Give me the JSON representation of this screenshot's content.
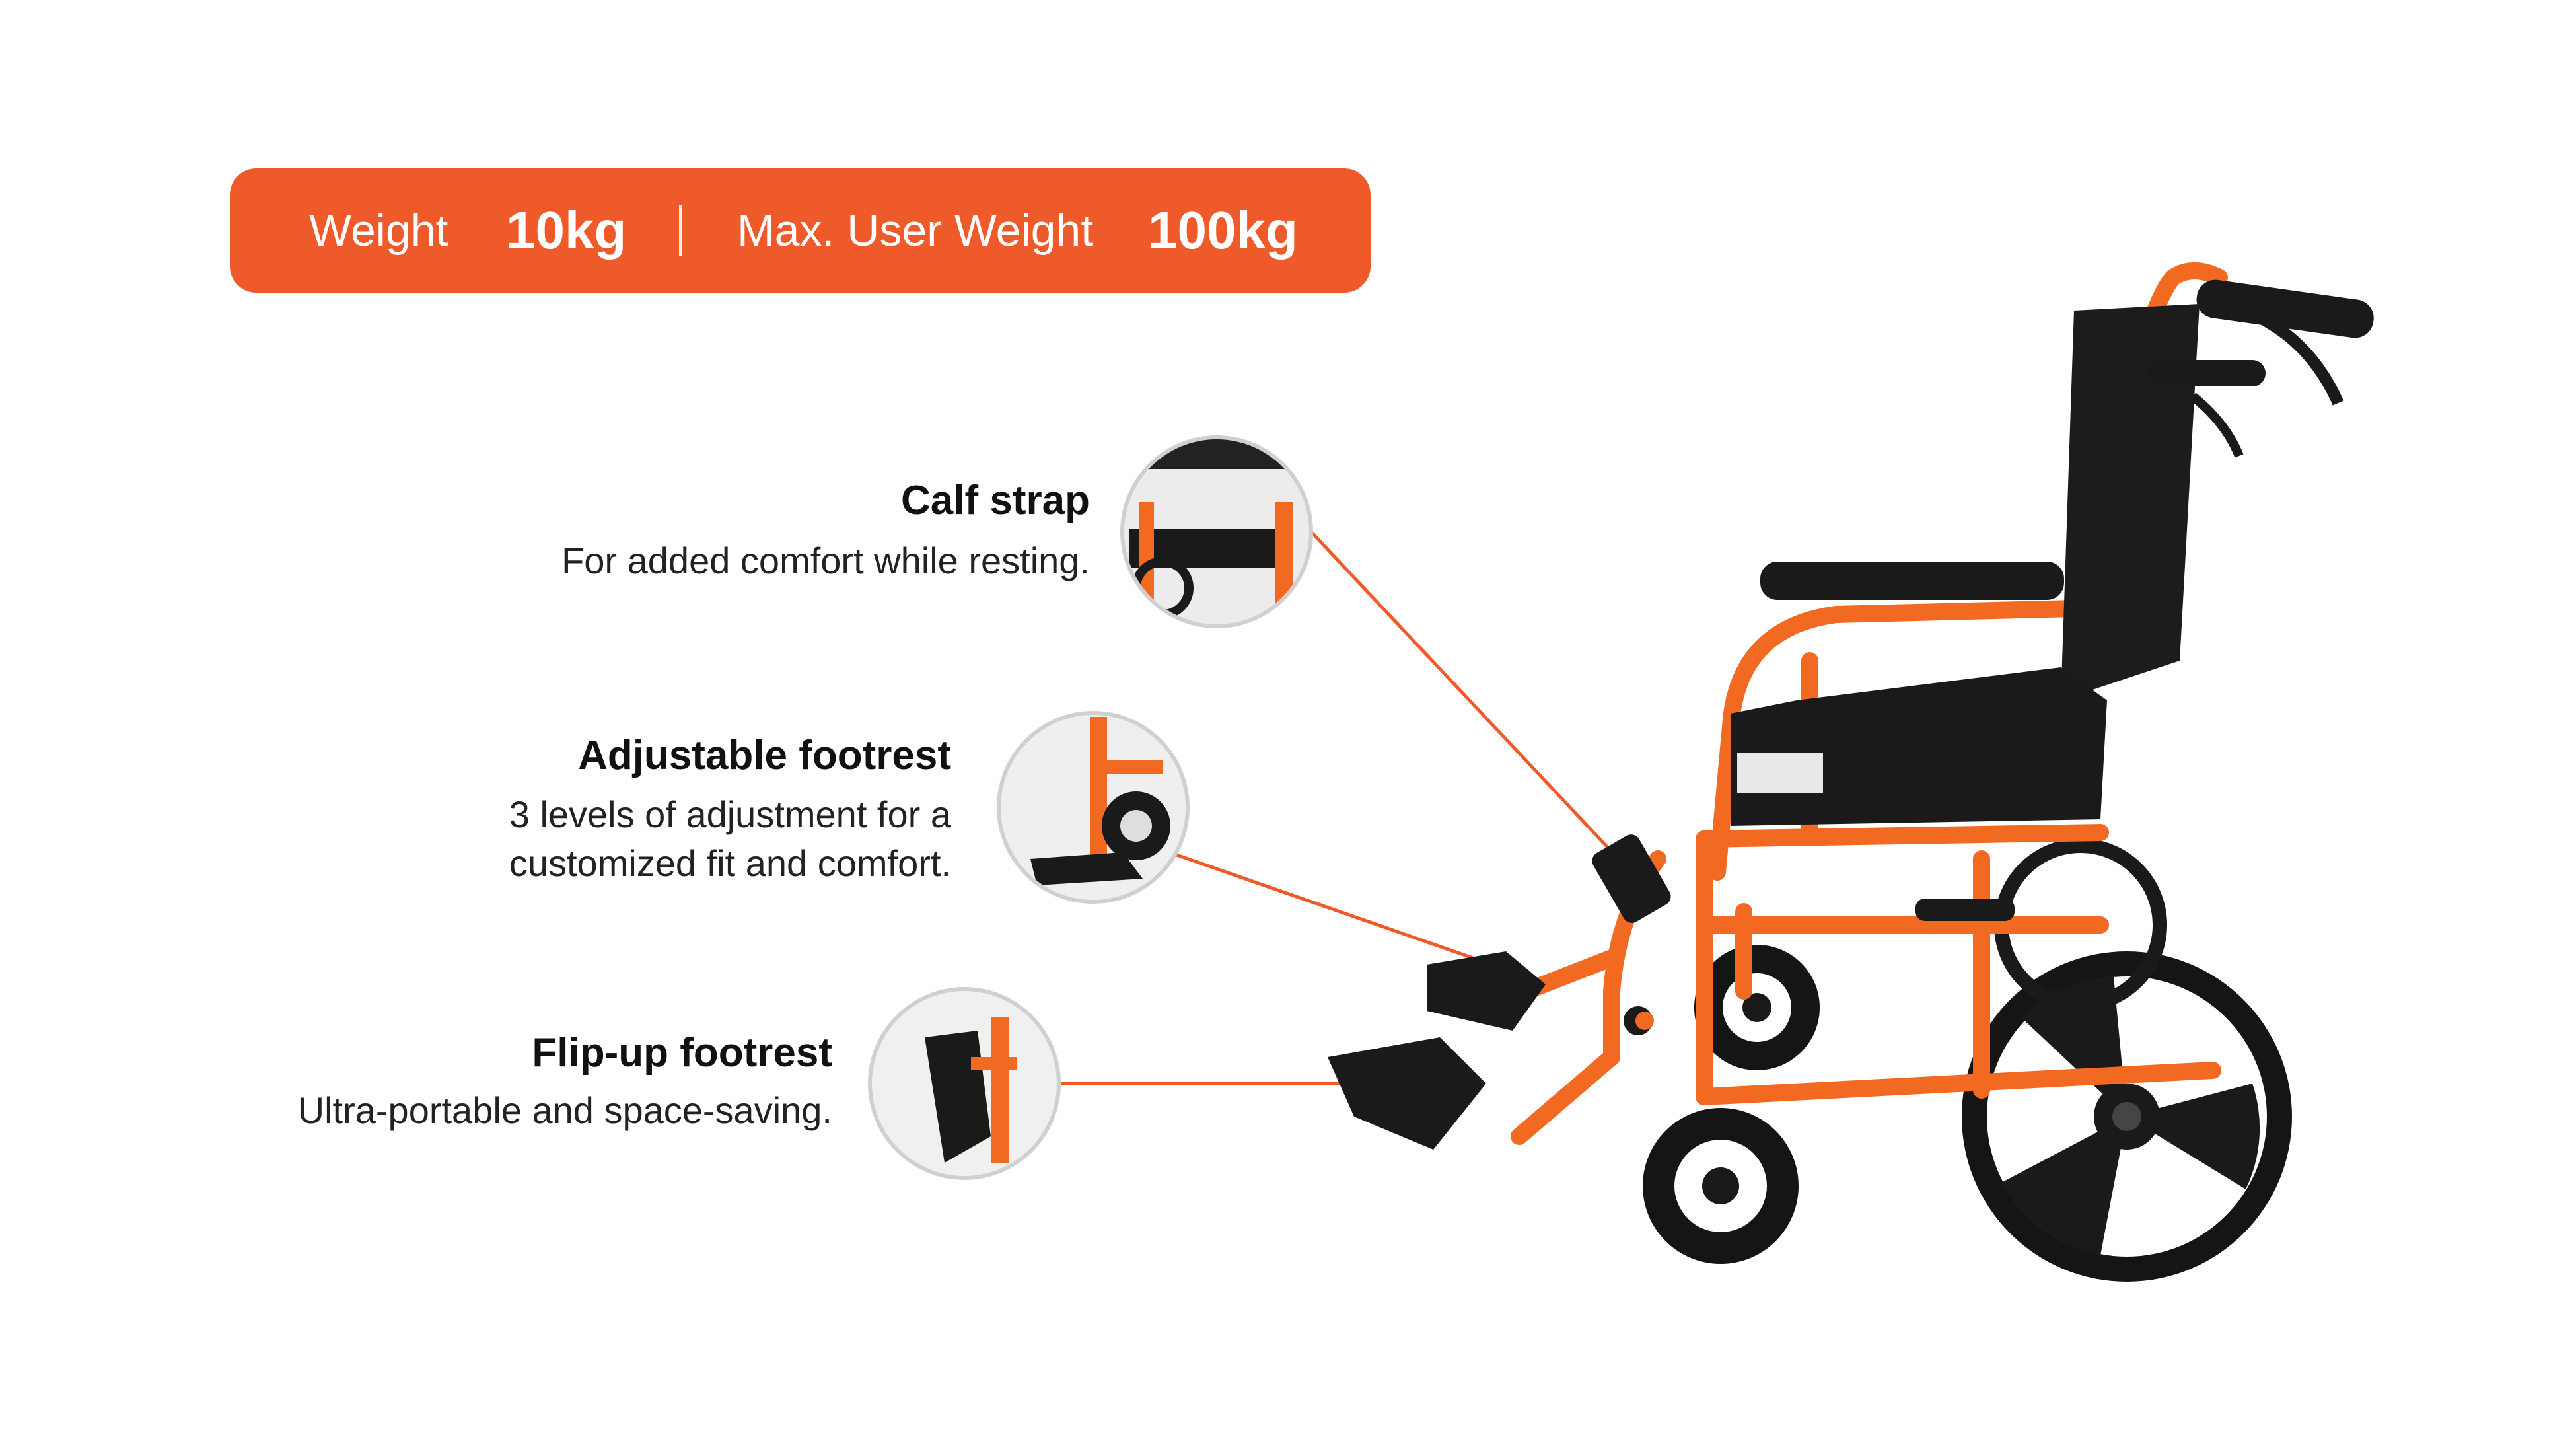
{
  "specs": {
    "weight_label": "Weight",
    "weight_value": "10kg",
    "max_label": "Max. User Weight",
    "max_value": "100kg"
  },
  "features": {
    "calf_strap": {
      "title": "Calf strap",
      "desc": "For added comfort while resting."
    },
    "adjustable_footrest": {
      "title": "Adjustable footrest",
      "desc": "3 levels of adjustment for a\ncustomized fit and comfort."
    },
    "flip_up_footrest": {
      "title": "Flip-up footrest",
      "desc": "Ultra-portable and space-saving."
    }
  },
  "colors": {
    "accent": "#ee5a2a",
    "frame": "#f26a22",
    "dark": "#1a1a1a",
    "text": "#111111"
  }
}
